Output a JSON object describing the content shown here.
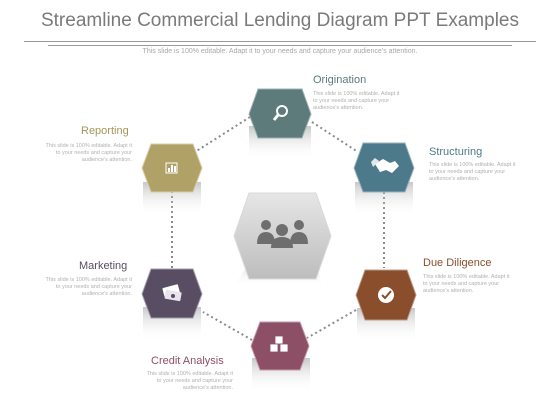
{
  "title": "Streamline Commercial Lending Diagram PPT Examples",
  "subtitle": "This slide is 100% editable. Adapt it to your needs and capture your audience's attention.",
  "desc_line1": "This slide is 100% editable. Adapt it",
  "desc_line2": "to your needs and capture your",
  "desc_line3": "audience's attention.",
  "colors": {
    "origination": "#5d7b7b",
    "structuring": "#4c7a8b",
    "due_diligence": "#8a4e2d",
    "credit_analysis": "#8d4f66",
    "marketing": "#584d62",
    "reporting": "#b0a266",
    "center": "#cfcfcf"
  },
  "stages": {
    "origination": {
      "title": "Origination",
      "icon": "magnifier-icon"
    },
    "structuring": {
      "title": "Structuring",
      "icon": "handshake-icon"
    },
    "due_diligence": {
      "title": "Due Diligence",
      "icon": "check-circle-icon"
    },
    "credit_analysis": {
      "title": "Credit Analysis",
      "icon": "cubes-icon"
    },
    "marketing": {
      "title": "Marketing",
      "icon": "money-icon"
    },
    "reporting": {
      "title": "Reporting",
      "icon": "bar-chart-icon"
    }
  },
  "center": {
    "icon": "team-icon"
  }
}
